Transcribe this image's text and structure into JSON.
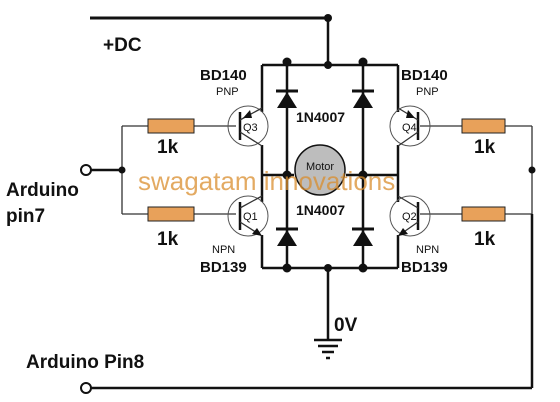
{
  "supply": {
    "label": "+DC"
  },
  "ground": {
    "label": "0V"
  },
  "inputs": {
    "pin7": {
      "line1": "Arduino",
      "line2": "pin7"
    },
    "pin8": {
      "label": "Arduino Pin8"
    }
  },
  "transistors": {
    "q1": {
      "id": "Q1",
      "type": "NPN",
      "part": "BD139"
    },
    "q2": {
      "id": "Q2",
      "type": "NPN",
      "part": "BD139"
    },
    "q3": {
      "id": "Q3",
      "type": "PNP",
      "part": "BD140"
    },
    "q4": {
      "id": "Q4",
      "type": "PNP",
      "part": "BD140"
    }
  },
  "resistors": {
    "r_top_left": "1k",
    "r_bottom_left": "1k",
    "r_top_right": "1k",
    "r_bottom_right": "1k"
  },
  "diodes": {
    "top_label": "1N4007",
    "bottom_label": "1N4007"
  },
  "motor": {
    "label": "Motor"
  },
  "watermark": {
    "text": "swagatam innovations"
  },
  "colors": {
    "wire": "#111111",
    "resistor_fill": "#e8a15a",
    "watermark": "#d98d2e",
    "motor_fill": "#bdbdbd"
  }
}
